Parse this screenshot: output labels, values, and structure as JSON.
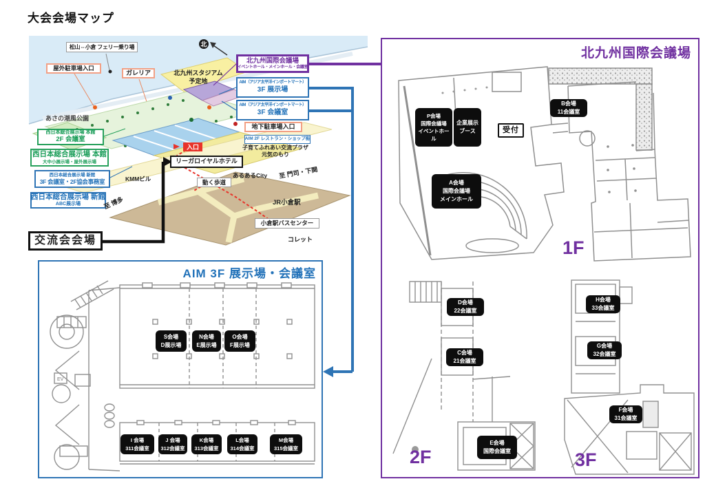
{
  "title": "大会会場マップ",
  "colors": {
    "purple": "#7030a0",
    "blue": "#2e74b5",
    "green": "#27a05c",
    "red": "#e8332a",
    "orange": "#f2a085",
    "chip_black": "#0d0d0d"
  },
  "overview": {
    "compass": "北",
    "ferry": "松山⇔小倉 フェリー乗り場",
    "outdoor_parking": "屋外駐車場入口",
    "galleria": "ガレリア",
    "stadium_line1": "北九州スタジアム",
    "stadium_line2": "予定地",
    "park": "あさの潮風公園",
    "honkan_2f_line1": "西日本総合展示場 本館",
    "honkan_2f_line2": "2F 会議室",
    "honkan_line1": "西日本総合展示場 本館",
    "honkan_line2": "大中小展示場・屋外展示場",
    "shinkan_3f_line1": "西日本総合展示場 新館",
    "shinkan_3f_line2": "3F 会議室・2F協会事務室",
    "shinkan_abc_line1": "西日本総合展示場 新館",
    "shinkan_abc_line2": "ABC展示場",
    "entrance": "入口",
    "kosodate_line1": "子育てふれあい交流プラザ",
    "kosodate_line2": "元気のもり",
    "hotel": "リーガロイヤルホテル",
    "kmm": "KMMビル",
    "walkway": "動く歩道",
    "aruaru": "あるあるCity",
    "to_moji": "至 門司・下関",
    "to_hakata": "至 博多",
    "jr_kokura": "JR小倉駅",
    "bus_center": "小倉駅バスセンター",
    "colette": "コレット",
    "exchange_venue": "交流会会場",
    "kokusai_line1": "北九州国際会議場",
    "kokusai_line2": "イベントホール・メインホール・会議室",
    "aim_exhibit_line1": "AIM（アジア太平洋インポートマート）",
    "aim_exhibit_line2": "3F 展示場",
    "aim_meeting_line1": "AIM（アジア太平洋インポートマート）",
    "aim_meeting_line2": "3F 会議室",
    "underground_parking": "地下駐車場入口",
    "aim_2f": "AIM 2F レストラン・ショップ街"
  },
  "conference_center": {
    "title": "北九州国際会議場",
    "floor1": "1F",
    "floor2": "2F",
    "floor3": "3F",
    "venue_p": {
      "l1": "P会場",
      "l2": "国際会議場",
      "l3": "イベントホール"
    },
    "booth": {
      "l1": "企業展示",
      "l2": "ブース"
    },
    "reception": "受付",
    "venue_a": {
      "l1": "A会場",
      "l2": "国際会議場",
      "l3": "メインホール"
    },
    "venue_b": {
      "l1": "B会場",
      "l2": "11会議室"
    },
    "venue_d": {
      "l1": "D会場",
      "l2": "22会議室"
    },
    "venue_c": {
      "l1": "C会場",
      "l2": "21会議室"
    },
    "venue_e": {
      "l1": "E会場",
      "l2": "国際会議室"
    },
    "venue_h": {
      "l1": "H会場",
      "l2": "33会議室"
    },
    "venue_g": {
      "l1": "G会場",
      "l2": "32会議室"
    },
    "venue_f": {
      "l1": "F会場",
      "l2": "31会議室"
    }
  },
  "aim": {
    "title": "AIM 3F 展示場・会議室",
    "ev": "EV",
    "venue_s": {
      "l1": "S会場",
      "l2": "D展示場"
    },
    "venue_n": {
      "l1": "N会場",
      "l2": "E展示場"
    },
    "venue_o": {
      "l1": "O会場",
      "l2": "F展示場"
    },
    "venue_i": {
      "l1": "I 会場",
      "l2": "311会議室"
    },
    "venue_j": {
      "l1": "J 会場",
      "l2": "312会議室"
    },
    "venue_k": {
      "l1": "K会場",
      "l2": "313会議室"
    },
    "venue_l": {
      "l1": "L会場",
      "l2": "314会議室"
    },
    "venue_m": {
      "l1": "M会場",
      "l2": "315会議室"
    }
  }
}
